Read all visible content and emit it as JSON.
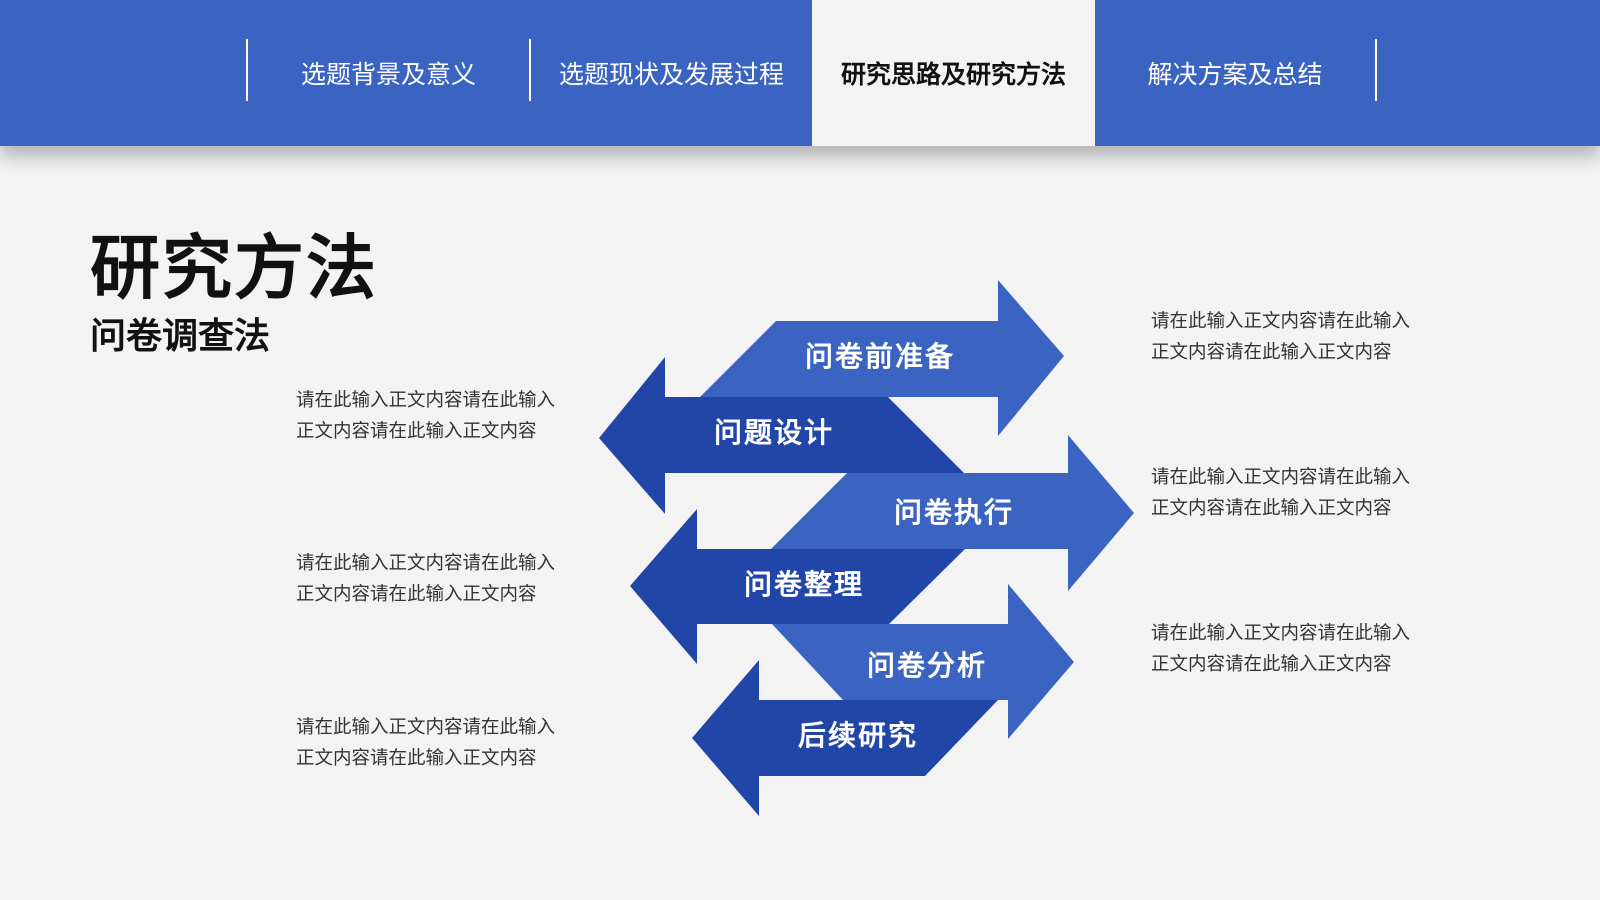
{
  "nav": {
    "tabs": [
      {
        "label": "选题背景及意义",
        "active": false
      },
      {
        "label": "选题现状及发展过程",
        "active": false
      },
      {
        "label": "研究思路及研究方法",
        "active": true
      },
      {
        "label": "解决方案及总结",
        "active": false
      }
    ]
  },
  "page": {
    "title": "研究方法",
    "subtitle": "问卷调查法"
  },
  "diagram": {
    "steps": [
      {
        "label": "问卷前准备",
        "direction": "right"
      },
      {
        "label": "问题设计",
        "direction": "left"
      },
      {
        "label": "问卷执行",
        "direction": "right"
      },
      {
        "label": "问卷整理",
        "direction": "left"
      },
      {
        "label": "问卷分析",
        "direction": "right"
      },
      {
        "label": "后续研究",
        "direction": "left"
      }
    ]
  },
  "notes": {
    "left": [
      "请在此输入正文内容请在此输入正文内容请在此输入正文内容",
      "请在此输入正文内容请在此输入正文内容请在此输入正文内容",
      "请在此输入正文内容请在此输入正文内容请在此输入正文内容"
    ],
    "right": [
      "请在此输入正文内容请在此输入正文内容请在此输入正文内容",
      "请在此输入正文内容请在此输入正文内容请在此输入正文内容",
      "请在此输入正文内容请在此输入正文内容请在此输入正文内容"
    ]
  },
  "colors": {
    "header": "#3b64c2",
    "arrow_light": "#3b64c2",
    "arrow_dark": "#2146a8",
    "background": "#f3f3f3"
  }
}
